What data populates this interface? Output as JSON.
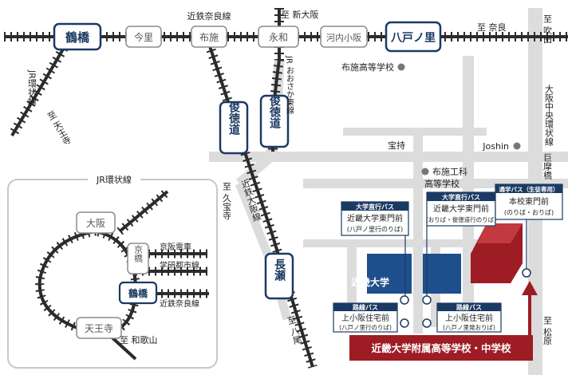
{
  "colors": {
    "road": "#dcdcdc",
    "rail": "#2b2b2b",
    "navy": "#1b3a63",
    "campus": "#1f4e8c",
    "school": "#9e1c24",
    "gray_box_border": "#8c8c8c",
    "text": "#222222"
  },
  "lines": {
    "kintetsu_nara": "近鉄奈良線",
    "jr_kanjo": "JR環状線",
    "jr_osaka_higashi": "JR おおさか東線",
    "kintetsu_osaka": "近鉄大阪線",
    "keihan": "京阪電車",
    "gakken": "学研都市線",
    "kintetsu_nara_inset": "近鉄奈良線",
    "chuo_kanjo": "大阪中央環状線"
  },
  "stations": {
    "tsuruhashi": "鶴橋",
    "imazato": "今里",
    "fuse": "布施",
    "eiwa": "永和",
    "kawachi_kosaka": "河内小阪",
    "yaenosato": "八戸ノ里",
    "shuntokumichi_1": "俊徳道",
    "shuntokumichi_2": "俊徳道",
    "nagase": "長瀬"
  },
  "directions": {
    "to_shin_osaka": "至 新大阪",
    "to_nara": "至 奈良",
    "to_suita": "至 吹田",
    "to_tennoji": "至 天王寺",
    "to_kyuhoji": "至 久宝寺",
    "to_yao": "至 八尾",
    "to_matsubara": "至 松原",
    "to_wakayama": "至 和歌山"
  },
  "places": {
    "fuse_high": "布施高等学校",
    "takara_mochi": "宝持",
    "joshin": "Joshin",
    "komakibashi": "巨摩橋",
    "fuse_kogyo_1": "布施工科",
    "fuse_kogyo_2": "高等学校",
    "kindai": "近畿大学",
    "school": "近畿大学附属高等学校・中学校"
  },
  "inset": {
    "title": "JR環状線",
    "osaka": "大阪",
    "kyobashi": "京橋",
    "tsuruhashi": "鶴橋",
    "tennoji": "天王寺"
  },
  "bus_stops": {
    "univ_1": {
      "header": "大学直行バス",
      "line1": "近畿大学東門前",
      "line2": "(八戸ノ里行のりば)"
    },
    "univ_2": {
      "header": "大学直行バス",
      "line1": "近畿大学東門前",
      "line2": "(おりば・俊徳道行のりば)"
    },
    "school_bus": {
      "header": "通学バス（生徒専用）",
      "line1": "本校東門前",
      "line2": "(のりば・おりば)"
    },
    "route_1": {
      "header": "路線バス",
      "line1": "上小阪住宅前",
      "line2": "(八戸ノ里行のりば)"
    },
    "route_2": {
      "header": "路線バス",
      "line1": "上小阪住宅前",
      "line2": "(八戸ノ里発おりば)"
    }
  }
}
